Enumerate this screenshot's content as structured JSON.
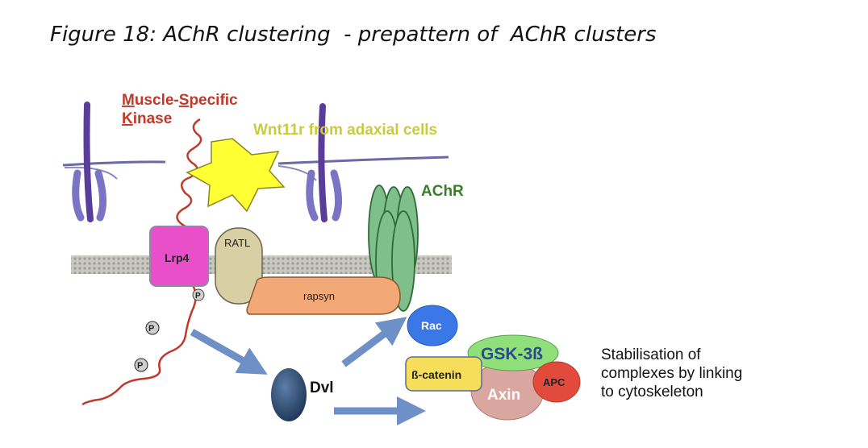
{
  "title": "Figure 18: AChR clustering  - prepattern of  AChR clusters",
  "musk": {
    "line1": {
      "u": "M",
      "rest": "uscle-"
    },
    "line1b": {
      "u": "S",
      "rest": "pecific"
    },
    "line2": {
      "u": "K",
      "rest": "inase"
    }
  },
  "wnt_label": "Wnt11r from adaxial cells",
  "achr_label": "AChR",
  "proteins": {
    "lrp4": "Lrp4",
    "ratl": "RATL",
    "rapsyn": "rapsyn",
    "rac": "Rac",
    "gsk": "GSK-3ß",
    "bcatenin": "ß-catenin",
    "axin": "Axin",
    "apc": "APC",
    "dvl": "Dvl"
  },
  "phospho": "P",
  "note_lines": [
    "Stabilisation of",
    "complexes by linking",
    "to cytoskeleton"
  ],
  "colors": {
    "musk_red": "#c0392b",
    "wnt_yellow": "#c8cc3c",
    "achr_green": "#3a7d2a",
    "lrp4": "#e94fc8",
    "rac": "#3b78e7",
    "gsk": "#8fe07a",
    "bcatenin": "#f6dd5a",
    "axin": "#d9a6a0",
    "apc": "#e24a3b",
    "rapsyn": "#f0a46e",
    "arrow": "#6f8fc7"
  }
}
